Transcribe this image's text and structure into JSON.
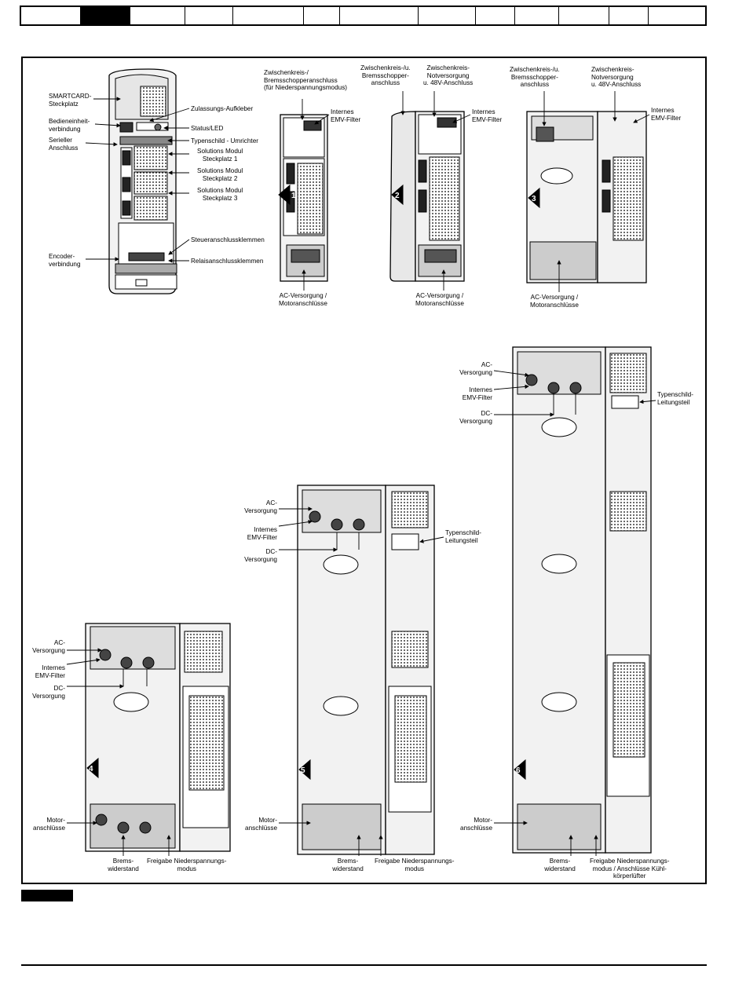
{
  "labels": {
    "smartcard": "SMARTCARD-\nSteckplatz",
    "keypad": "Bedieneinheit-\nverbindung",
    "serial": "Serieller\nAnschluss",
    "encoder": "Encoder-\nverbindung",
    "approval": "Zulassungs-Aufkleber",
    "status_led": "Status/LED",
    "rating_label": "Typenschild - Umrichter",
    "slot1": "Solutions Modul\nSteckplatz 1",
    "slot2": "Solutions Modul\nSteckplatz 2",
    "slot3": "Solutions Modul\nSteckplatz 3",
    "control_terminals": "Steueranschlussklemmen",
    "relay_terminals": "Relaisanschlussklemmen",
    "s1_dc_bus": "Zwischenkreis-/\nBremsschopperanschluss\n(für Niederspannungsmodus)",
    "s1_emc": "Internes\nEMV-Filter",
    "s1_ac_motor": "AC-Versorgung /\nMotoranschlüsse",
    "s2_dc_brake": "Zwischenkreis-/u.\nBremsschopper-\nanschluss",
    "s2_backup": "Zwischenkreis-\nNotversorgung\nu. 48V-Anschluss",
    "s2_emc": "Internes\nEMV-Filter",
    "s2_ac_motor": "AC-Versorgung /\nMotoranschlüsse",
    "s3_dc_brake": "Zwischenkreis-/u.\nBremsschopper-\nanschluss",
    "s3_backup": "Zwischenkreis-\nNotversorgung\nu. 48V-Anschluss",
    "s3_emc": "Internes\nEMV-Filter",
    "s3_ac_motor": "AC-Versorgung /\nMotoranschlüsse",
    "ac_supply": "AC-\nVersorgung",
    "emc_filter": "Internes\nEMV-Filter",
    "dc_supply": "DC-\nVersorgung",
    "motor": "Motor-\nanschlüsse",
    "brake_resistor": "Brems-\nwiderstand",
    "low_voltage_enable": "Freigabe Niederspannungs-\nmodus",
    "low_voltage_enable_fan": "Freigabe Niederspannungs-\nmodus / Anschlüsse Kühl-\nkörperlüfter",
    "rating_power": "Typenschild-\nLeitungsteil"
  },
  "size_badges": [
    "1",
    "2",
    "3",
    "4",
    "5",
    "6"
  ]
}
